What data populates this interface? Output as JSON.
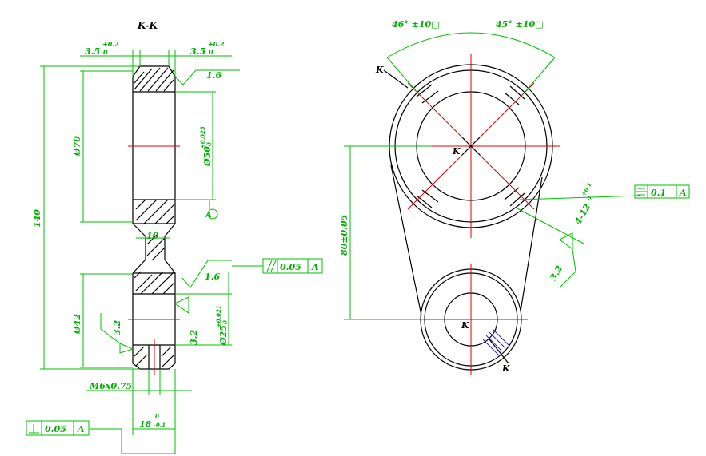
{
  "section": {
    "title": "K-K",
    "dim_left_chamfer": "3.5",
    "dim_left_chamfer_tol": "+0.2",
    "dim_left_chamfer_tol2": "0",
    "dim_right_chamfer": "3.5",
    "dim_right_chamfer_tol": "+0.2",
    "dim_right_chamfer_tol2": "0",
    "rough_top": "1.6",
    "rough_mid": "1.6",
    "rough_left": "3.2",
    "rough_right": "3.2",
    "dim_total_height": "140",
    "dim_big_dia": "Ø70",
    "dim_bore_big": "Ø50",
    "dim_bore_big_tol": "+0.025",
    "dim_bore_big_tol2": "0",
    "datum": "A",
    "dim_web": "10",
    "dim_small_dia": "Ø42",
    "dim_bore_small": "Ø25",
    "dim_bore_small_tol": "+0.021",
    "dim_bore_small_tol2": "0",
    "dim_thread": "M6x0.75",
    "dim_width": "18",
    "dim_width_tol": "0",
    "dim_width_tol2": "-0.1",
    "tol_parallel_value": "0.05",
    "tol_parallel_datum": "A",
    "tol_perp_value": "0.05",
    "tol_perp_datum": "A"
  },
  "plan": {
    "angle_left": "46° ±10□",
    "angle_right": "45° ±10□",
    "section_mark_top": "K",
    "center_mark_big": "K",
    "center_mark_small": "K",
    "section_mark_bottom": "K",
    "dim_center_distance": "80±0.05",
    "dim_slots": "4-12",
    "dim_slots_tol": "+0.1",
    "dim_slots_tol2": "0",
    "rough_slot": "3.2",
    "tol_sym_value": "0.1",
    "tol_sym_datum": "A"
  }
}
